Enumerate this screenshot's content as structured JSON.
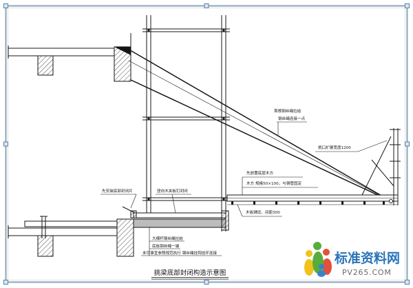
{
  "drawing": {
    "title": "挑梁底部封闭构造示意图"
  },
  "annotations": {
    "cable_line_1": "首根钢丝绳拉结",
    "cable_line_2": "钢丝绳连接一点",
    "cantilever_width": "挑口扩展宽度1200",
    "timber_line_1": "先放置底层木方",
    "timber_line_2": "木方 规格50×100，与钢管固定",
    "plank_spacing": "木板铺设，间距300",
    "bottom_closure": "先安装底部封闭片",
    "board_nailing": "竖向木夹板钉封闭",
    "note_line_1": "大横杆钢丝绳拉结",
    "note_line_2": "底板钢丝绳一端",
    "note_line_3": "未尽事宜参照规范执行 钢丝绳挂钩挂环连接"
  },
  "watermark": {
    "logo_icon": "people-figures-icon",
    "brand": "标准资料网",
    "site": "PV265.COM"
  },
  "colors": {
    "line": "#151515",
    "frame": "#8fa3b6",
    "handle": "#5a7fa8",
    "closure_fill": "#bcbcbc",
    "watermark_blue": "#2a73b8",
    "logo_yellow": "#f1c21b",
    "logo_green": "#58ad3a",
    "logo_red": "#e4513a",
    "logo_blue": "#3b83c9"
  }
}
